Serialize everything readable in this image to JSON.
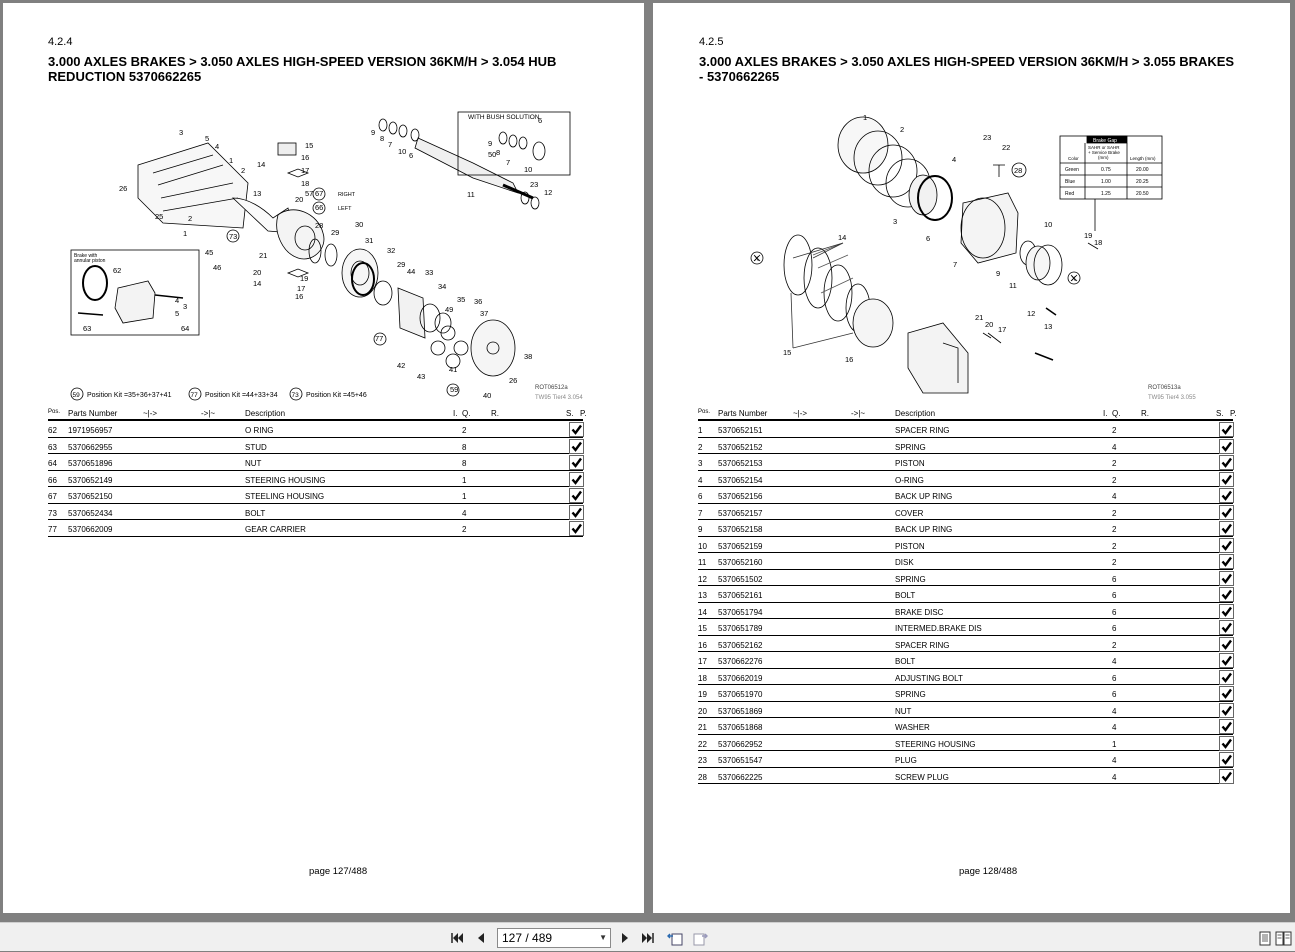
{
  "left_page": {
    "section": "4.2.4",
    "title_line1": " 3.000 AXLES BRAKES > 3.050 AXLES HIGH-SPEED VERSION 36KM/H > 3.054  HUB",
    "title_line2": "REDUCTION 5370662265",
    "figure": {
      "inset_label": "WITH BUSH SOLUTION",
      "brake_note_1": "Brake with",
      "brake_note_2": "annular piston",
      "right_label": "RIGHT",
      "left_label": "LEFT",
      "kits": [
        {
          "num": "59",
          "text": "Position Kit =35+36+37+41"
        },
        {
          "num": "77",
          "text": "Position Kit =44+33+34"
        },
        {
          "num": "73",
          "text": "Position Kit =45+46"
        }
      ],
      "ref_code": "ROT06512a",
      "ref_model": "TW95 Tier4 3.054"
    },
    "table": {
      "headers": [
        "Pos.",
        "Parts Number",
        "~|->",
        "->|~",
        "Description",
        "I.",
        "Q.",
        "R.",
        "S.",
        "P."
      ],
      "rows": [
        {
          "pos": "62",
          "part": "1971956957",
          "desc": "O RING",
          "qty": "2"
        },
        {
          "pos": "63",
          "part": "5370662955",
          "desc": "STUD",
          "qty": "8"
        },
        {
          "pos": "64",
          "part": "5370651896",
          "desc": "NUT",
          "qty": "8"
        },
        {
          "pos": "66",
          "part": "5370652149",
          "desc": "STEERING HOUSING",
          "qty": "1"
        },
        {
          "pos": "67",
          "part": "5370652150",
          "desc": "STEELING HOUSING",
          "qty": "1"
        },
        {
          "pos": "73",
          "part": "5370652434",
          "desc": "BOLT",
          "qty": "4"
        },
        {
          "pos": "77",
          "part": "5370662009",
          "desc": "GEAR CARRIER",
          "qty": "2"
        }
      ]
    },
    "page_label": "page 127/488"
  },
  "right_page": {
    "section": "4.2.5",
    "title_line1": " 3.000 AXLES BRAKES > 3.050 AXLES HIGH-SPEED VERSION 36KM/H > 3.055 BRAKES",
    "title_line2": "- 5370662265",
    "figure": {
      "gap_table": {
        "title": "Brake Gap",
        "col1": "Color",
        "col2": "SAHR or SAHR + Service Brake (mm)",
        "col3": "Length (mm)",
        "rows": [
          [
            "Green",
            "0.75",
            "20.00"
          ],
          [
            "Blue",
            "1.00",
            "20.25"
          ],
          [
            "Red",
            "1.25",
            "20.50"
          ]
        ]
      },
      "ref_code": "ROT06513a",
      "ref_model": "TW95 Tier4 3.055"
    },
    "table": {
      "headers": [
        "Pos.",
        "Parts Number",
        "~|->",
        "->|~",
        "Description",
        "I.",
        "Q.",
        "R.",
        "S.",
        "P."
      ],
      "rows": [
        {
          "pos": "1",
          "part": "5370652151",
          "desc": "SPACER RING",
          "qty": "2"
        },
        {
          "pos": "2",
          "part": "5370652152",
          "desc": "SPRING",
          "qty": "4"
        },
        {
          "pos": "3",
          "part": "5370652153",
          "desc": "PISTON",
          "qty": "2"
        },
        {
          "pos": "4",
          "part": "5370652154",
          "desc": "O-RING",
          "qty": "2"
        },
        {
          "pos": "6",
          "part": "5370652156",
          "desc": "BACK UP RING",
          "qty": "4"
        },
        {
          "pos": "7",
          "part": "5370652157",
          "desc": "COVER",
          "qty": "2"
        },
        {
          "pos": "9",
          "part": "5370652158",
          "desc": "BACK UP RING",
          "qty": "2"
        },
        {
          "pos": "10",
          "part": "5370652159",
          "desc": "PISTON",
          "qty": "2"
        },
        {
          "pos": "11",
          "part": "5370652160",
          "desc": "DISK",
          "qty": "2"
        },
        {
          "pos": "12",
          "part": "5370651502",
          "desc": "SPRING",
          "qty": "6"
        },
        {
          "pos": "13",
          "part": "5370652161",
          "desc": "BOLT",
          "qty": "6"
        },
        {
          "pos": "14",
          "part": "5370651794",
          "desc": "BRAKE DISC",
          "qty": "6"
        },
        {
          "pos": "15",
          "part": "5370651789",
          "desc": "INTERMED.BRAKE DIS",
          "qty": "6"
        },
        {
          "pos": "16",
          "part": "5370652162",
          "desc": "SPACER RING",
          "qty": "2"
        },
        {
          "pos": "17",
          "part": "5370662276",
          "desc": "BOLT",
          "qty": "4"
        },
        {
          "pos": "18",
          "part": "5370662019",
          "desc": "ADJUSTING BOLT",
          "qty": "6"
        },
        {
          "pos": "19",
          "part": "5370651970",
          "desc": "SPRING",
          "qty": "6"
        },
        {
          "pos": "20",
          "part": "5370651869",
          "desc": "NUT",
          "qty": "4"
        },
        {
          "pos": "21",
          "part": "5370651868",
          "desc": "WASHER",
          "qty": "4"
        },
        {
          "pos": "22",
          "part": "5370662952",
          "desc": "STEERING HOUSING",
          "qty": "1"
        },
        {
          "pos": "23",
          "part": "5370651547",
          "desc": "PLUG",
          "qty": "4"
        },
        {
          "pos": "28",
          "part": "5370662225",
          "desc": "SCREW PLUG",
          "qty": "4"
        }
      ]
    },
    "page_label": "page 128/488"
  },
  "toolbar": {
    "page_value": "127 / 489",
    "icons": [
      "first-page-icon",
      "prev-page-icon",
      "next-page-icon",
      "last-page-icon",
      "previous-view-icon",
      "next-view-icon",
      "single-page-view-icon",
      "two-page-view-icon"
    ]
  }
}
